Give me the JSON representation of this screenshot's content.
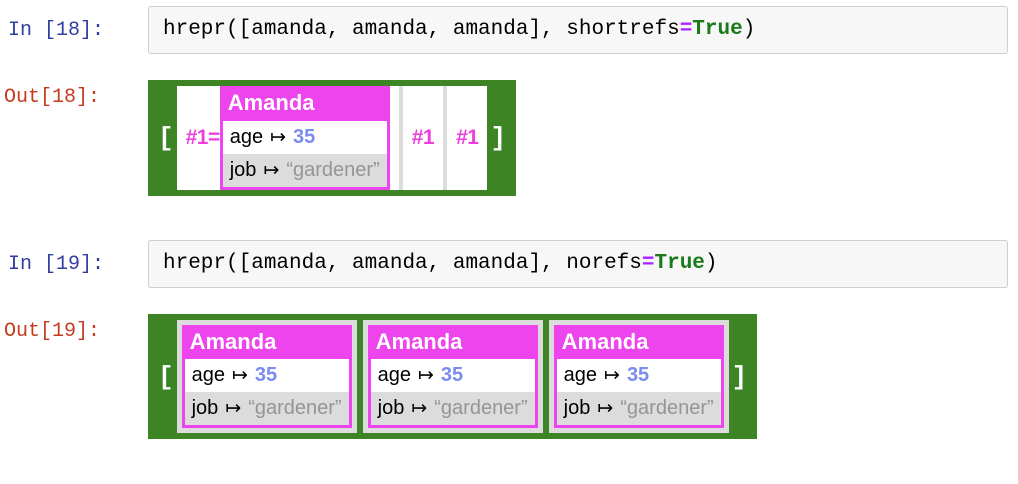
{
  "notebook": {
    "cells": [
      {
        "prompt_in": "In [18]:",
        "prompt_out": "Out[18]:",
        "code": {
          "before": "hrepr([amanda, amanda, amanda], shortrefs",
          "operator": "=",
          "keyword": "True",
          "after": ")"
        },
        "output": {
          "open_bracket": "[",
          "close_bracket": "]",
          "items": [
            {
              "kind": "object-with-ref",
              "ref_label": "#1=",
              "object": {
                "title": "Amanda",
                "rows": [
                  {
                    "key": "age",
                    "arrow": "↦",
                    "value": "35",
                    "value_kind": "num"
                  },
                  {
                    "key": "job",
                    "arrow": "↦",
                    "value": "“gardener”",
                    "value_kind": "str"
                  }
                ]
              }
            },
            {
              "kind": "ref",
              "ref_label": "#1"
            },
            {
              "kind": "ref",
              "ref_label": "#1"
            }
          ]
        }
      },
      {
        "prompt_in": "In [19]:",
        "prompt_out": "Out[19]:",
        "code": {
          "before": "hrepr([amanda, amanda, amanda], norefs",
          "operator": "=",
          "keyword": "True",
          "after": ")"
        },
        "output": {
          "open_bracket": "[",
          "close_bracket": "]",
          "items": [
            {
              "kind": "object",
              "object": {
                "title": "Amanda",
                "rows": [
                  {
                    "key": "age",
                    "arrow": "↦",
                    "value": "35",
                    "value_kind": "num"
                  },
                  {
                    "key": "job",
                    "arrow": "↦",
                    "value": "“gardener”",
                    "value_kind": "str"
                  }
                ]
              }
            },
            {
              "kind": "object",
              "object": {
                "title": "Amanda",
                "rows": [
                  {
                    "key": "age",
                    "arrow": "↦",
                    "value": "35",
                    "value_kind": "num"
                  },
                  {
                    "key": "job",
                    "arrow": "↦",
                    "value": "“gardener”",
                    "value_kind": "str"
                  }
                ]
              }
            },
            {
              "kind": "object",
              "object": {
                "title": "Amanda",
                "rows": [
                  {
                    "key": "age",
                    "arrow": "↦",
                    "value": "35",
                    "value_kind": "num"
                  },
                  {
                    "key": "job",
                    "arrow": "↦",
                    "value": "“gardener”",
                    "value_kind": "str"
                  }
                ]
              }
            }
          ]
        }
      }
    ]
  },
  "colors": {
    "prompt_in": "#303f9f",
    "prompt_out": "#c43b1d",
    "list_border_green": "#3d8425",
    "object_magenta": "#ee44ee",
    "ref_magenta": "#ee3ddd",
    "number_blue": "#7b8cef",
    "string_gray": "#959595",
    "row_alt_gray": "#dcdcdc",
    "code_bg": "#f7f7f7",
    "code_border": "#cfcfcf",
    "keyword_green": "#1a7a1a",
    "operator_purple": "#aa22ff"
  }
}
